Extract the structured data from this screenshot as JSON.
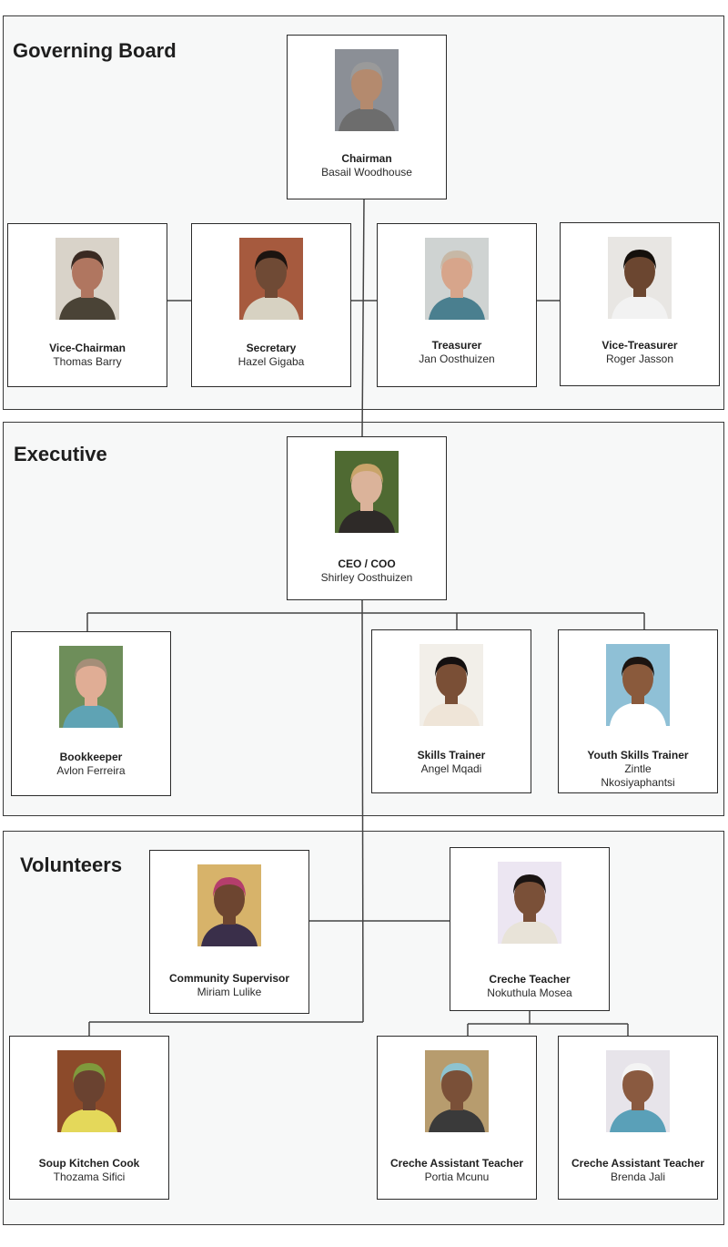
{
  "sections": {
    "governing": "Governing Board",
    "executive": "Executive",
    "volunteers": "Volunteers"
  },
  "people": {
    "chairman": {
      "role": "Chairman",
      "name": "Basail Woodhouse",
      "skin": "#b48a6e",
      "hair": "#9a9a9a",
      "bg": "#8b8f96",
      "shirt": "#6d6d6d"
    },
    "vice_chairman": {
      "role": "Vice-Chairman",
      "name": "Thomas Barry",
      "skin": "#b07660",
      "hair": "#3a2a22",
      "bg": "#d9d3c9",
      "shirt": "#4a4336"
    },
    "secretary": {
      "role": "Secretary",
      "name": "Hazel Gigaba",
      "skin": "#6f4a35",
      "hair": "#1c1410",
      "bg": "#a65a3e",
      "shirt": "#d7d2c2"
    },
    "treasurer": {
      "role": "Treasurer",
      "name": "Jan Oosthuizen",
      "skin": "#d7a58b",
      "hair": "#c7b8a6",
      "bg": "#cfd3d2",
      "shirt": "#4a7f8f"
    },
    "vice_treasurer": {
      "role": "Vice-Treasurer",
      "name": "Roger Jasson",
      "skin": "#6b4630",
      "hair": "#15100c",
      "bg": "#e8e6e3",
      "shirt": "#f2f2f2"
    },
    "ceo": {
      "role": "CEO / COO",
      "name": "Shirley Oosthuizen",
      "skin": "#dbb39a",
      "hair": "#c9a46a",
      "bg": "#4f6a32",
      "shirt": "#2e2a28"
    },
    "bookkeeper": {
      "role": "Bookkeeper",
      "name": "Avlon Ferreira",
      "skin": "#e0ad95",
      "hair": "#a58e78",
      "bg": "#6e8e5a",
      "shirt": "#5fa3b4"
    },
    "skills_trainer": {
      "role": "Skills Trainer",
      "name": "Angel Mqadi",
      "skin": "#7a4f36",
      "hair": "#141010",
      "bg": "#f2efe9",
      "shirt": "#efe5d8"
    },
    "youth_trainer": {
      "role": "Youth Skills Trainer",
      "name": "Zintle Nkosiyaphantsi",
      "skin": "#8a5a3c",
      "hair": "#1c1410",
      "bg": "#8fc0d6",
      "shirt": "#ffffff"
    },
    "community_supervisor": {
      "role": "Community Supervisor",
      "name": "Miriam Lulike",
      "skin": "#6d4530",
      "hair": "#b43e6c",
      "bg": "#d7b36a",
      "shirt": "#3a2f4a"
    },
    "creche_teacher": {
      "role": "Creche Teacher",
      "name": "Nokuthula Mosea",
      "skin": "#7a5038",
      "hair": "#1a1412",
      "bg": "#ece6f2",
      "shirt": "#e8e3d8"
    },
    "soup_cook": {
      "role": "Soup Kitchen Cook",
      "name": "Thozama Sifici",
      "skin": "#6a4230",
      "hair": "#7f9a3c",
      "bg": "#8c4a2a",
      "shirt": "#e4d85a"
    },
    "creche_assistant_1": {
      "role": "Creche Assistant Teacher",
      "name": "Portia Mcunu",
      "skin": "#7a5038",
      "hair": "#8ec3cf",
      "bg": "#b79c6e",
      "shirt": "#3a3a3a"
    },
    "creche_assistant_2": {
      "role": "Creche Assistant Teacher",
      "name": "Brenda Jali",
      "skin": "#8a5a40",
      "hair": "#f4f4f4",
      "bg": "#e7e4ea",
      "shirt": "#5aa0b8"
    }
  }
}
